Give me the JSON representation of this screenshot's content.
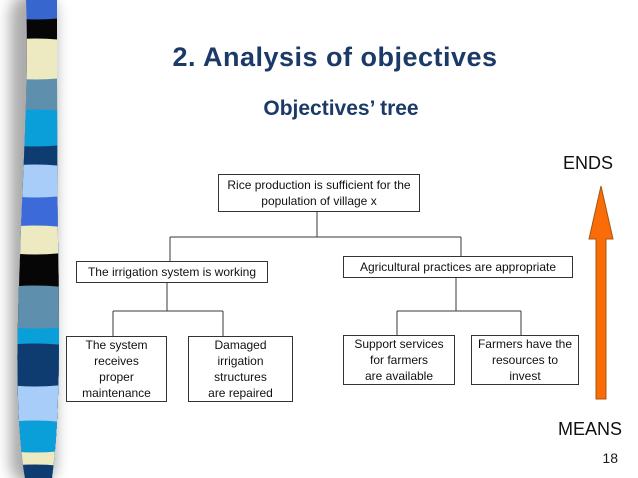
{
  "slide": {
    "title": "2. Analysis of objectives",
    "subtitle": "Objectives’ tree",
    "page_number": "18",
    "title_color": "#1B3A68",
    "background_color": "#FFFFFF"
  },
  "diagram": {
    "root": {
      "label": "Rice production is sufficient for the\npopulation of village x"
    },
    "level2": [
      {
        "label": "The irrigation system is working"
      },
      {
        "label": "Agricultural practices are appropriate"
      }
    ],
    "level3": [
      {
        "label": "The system\nreceives\nproper\nmaintenance"
      },
      {
        "label": "Damaged\nirrigation\nstructures\nare repaired"
      },
      {
        "label": "Support services\nfor farmers\nare available"
      },
      {
        "label": "Farmers have the\nresources to\ninvest"
      }
    ]
  },
  "axis": {
    "top_label": "ENDS",
    "bottom_label": "MEANS",
    "arrow_color": "#F96C08",
    "arrow_border_color": "#A8540F"
  },
  "ribbon": {
    "segments": [
      {
        "from": 0,
        "color": "#3766CE"
      },
      {
        "from": 17,
        "color": "#060606"
      },
      {
        "from": 41,
        "color": "#EDE9C1"
      },
      {
        "from": 77,
        "color": "#5E8FAD"
      },
      {
        "from": 112,
        "color": "#0A9FD8"
      },
      {
        "from": 144,
        "color": "#0E3B70"
      },
      {
        "from": 167,
        "color": "#A8CDF8"
      },
      {
        "from": 195,
        "color": "#3C6BD9"
      },
      {
        "from": 228,
        "color": "#EDE9C1"
      },
      {
        "from": 252,
        "color": "#060606"
      },
      {
        "from": 288,
        "color": "#5E8FAD"
      },
      {
        "from": 326,
        "color": "#0A9FD8"
      },
      {
        "from": 346,
        "color": "#0E3B70"
      },
      {
        "from": 384,
        "color": "#A8CDF8"
      },
      {
        "from": 423,
        "color": "#0A9FD8"
      },
      {
        "from": 450,
        "color": "#EDE9C1"
      },
      {
        "from": 467,
        "color": "#0E3B70"
      }
    ]
  }
}
